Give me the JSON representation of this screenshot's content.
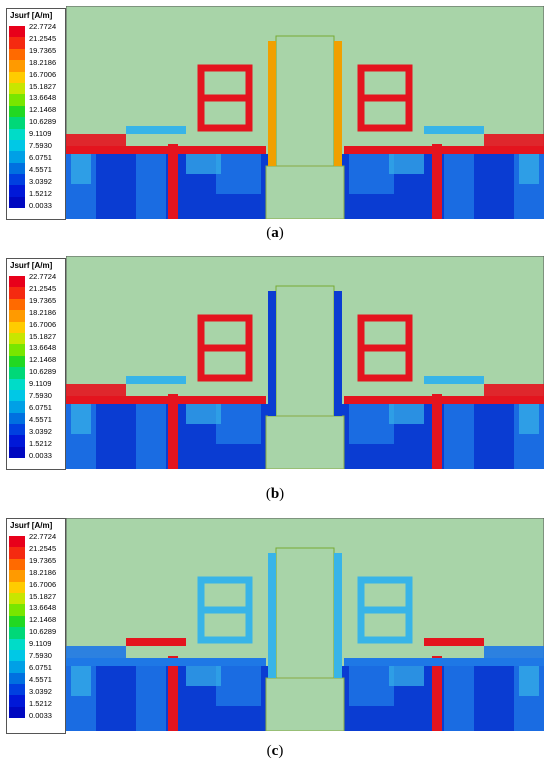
{
  "legend": {
    "title": "Jsurf [A/m]",
    "ticks": [
      "22.7724",
      "21.2545",
      "19.7365",
      "18.2186",
      "16.7006",
      "15.1827",
      "13.6648",
      "12.1468",
      "10.6289",
      "9.1109",
      "7.5930",
      "6.0751",
      "4.5571",
      "3.0392",
      "1.5212",
      "0.0033"
    ],
    "colors": [
      "#e8001a",
      "#f52a10",
      "#ff6a00",
      "#ff9a00",
      "#ffcc00",
      "#c8e600",
      "#78e600",
      "#22d822",
      "#00d878",
      "#00dcc8",
      "#00c8e6",
      "#00a0e6",
      "#0070e0",
      "#0040e0",
      "#0018d8",
      "#0008c0"
    ]
  },
  "panels": [
    {
      "label": "a",
      "ring_scheme": "red",
      "feed_hot": true
    },
    {
      "label": "b",
      "ring_scheme": "mixed",
      "feed_hot": true
    },
    {
      "label": "c",
      "ring_scheme": "cool",
      "feed_hot": true
    }
  ],
  "colors": {
    "substrate": "#a8d4a8",
    "background_field": "#0a3cd2",
    "field_mid": "#1e78e6",
    "field_light": "#38b4e8",
    "hot": "#e4141e",
    "warm": "#f0a000"
  }
}
